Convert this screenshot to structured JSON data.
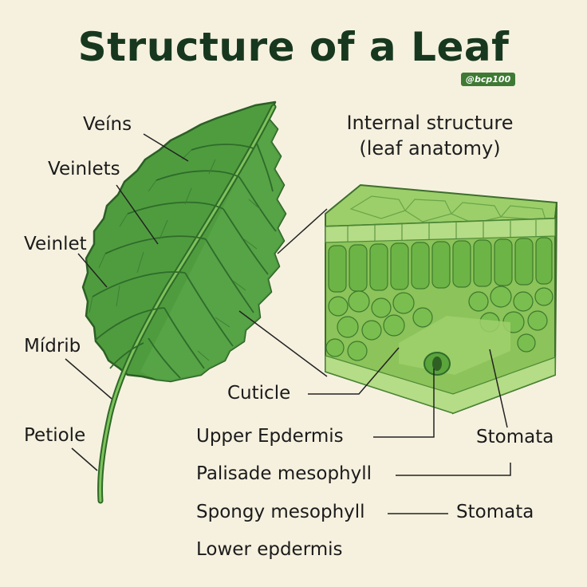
{
  "title": "Structure of a Leaf",
  "badge": "@bcp100",
  "subtitle_line1": "Internal structure",
  "subtitle_line2": "(leaf anatomy)",
  "labels": {
    "veins": "Veíns",
    "veinlets": "Veinlets",
    "veinlet": "Veinlet",
    "midrib": "Mídrib",
    "petiole": "Petiole",
    "cuticle": "Cuticle",
    "upper_epidermis": "Upper Epdermis",
    "stomata_right": "Stomata",
    "palisade": "Palisade mesophyll",
    "spongy": "Spongy mesophyll",
    "stomata_bottom": "Stomata",
    "lower_epidermis": "Lower epdermis"
  },
  "colors": {
    "background": "#f6f1df",
    "leaf": "#4c9a3c",
    "leaf_dark": "#2f6e2a",
    "tissue": "#8cc35a",
    "title": "#17381f"
  }
}
